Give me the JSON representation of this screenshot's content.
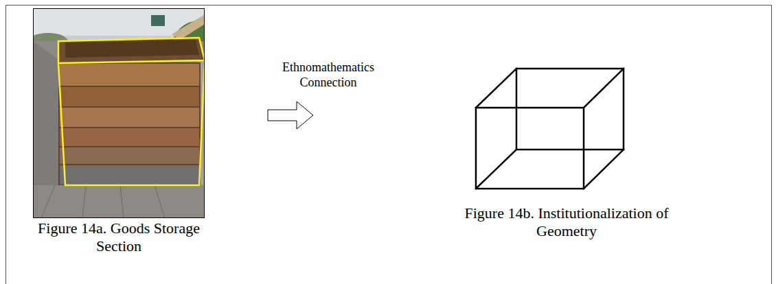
{
  "diagram": {
    "labels": [
      "Figure 14a. Goods Storage Section",
      "Ethnomathematics Connection",
      "Figure 14b. Institutionalization of Geometry"
    ]
  }
}
